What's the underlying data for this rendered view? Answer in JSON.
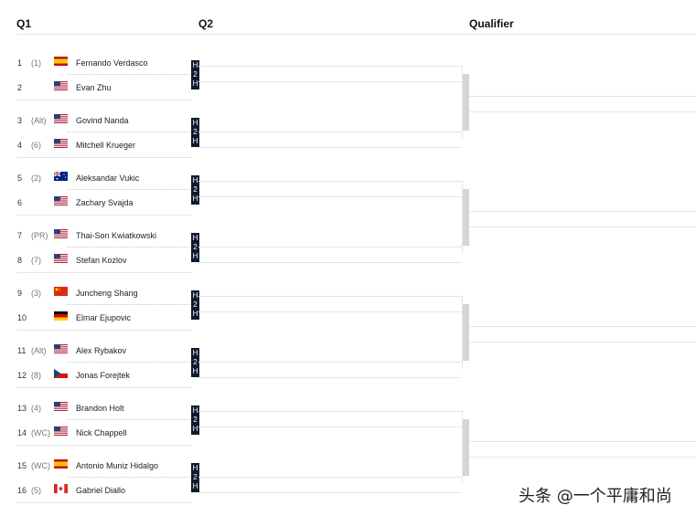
{
  "rounds": {
    "q1": "Q1",
    "q2": "Q2",
    "qualifier": "Qualifier"
  },
  "h2h_label": [
    "H",
    "2",
    "H"
  ],
  "matches": [
    {
      "players": [
        {
          "num": "1",
          "seed": "(1)",
          "name": "Fernando Verdasco",
          "flag": "spain"
        },
        {
          "num": "2",
          "seed": "",
          "name": "Evan Zhu",
          "flag": "usa"
        }
      ]
    },
    {
      "players": [
        {
          "num": "3",
          "seed": "(Alt)",
          "name": "Govind Nanda",
          "flag": "usa"
        },
        {
          "num": "4",
          "seed": "(6)",
          "name": "Mitchell Krueger",
          "flag": "usa"
        }
      ]
    },
    {
      "players": [
        {
          "num": "5",
          "seed": "(2)",
          "name": "Aleksandar Vukic",
          "flag": "australia"
        },
        {
          "num": "6",
          "seed": "",
          "name": "Zachary Svajda",
          "flag": "usa"
        }
      ]
    },
    {
      "players": [
        {
          "num": "7",
          "seed": "(PR)",
          "name": "Thai-Son Kwiatkowski",
          "flag": "usa"
        },
        {
          "num": "8",
          "seed": "(7)",
          "name": "Stefan Kozlov",
          "flag": "usa"
        }
      ]
    },
    {
      "players": [
        {
          "num": "9",
          "seed": "(3)",
          "name": "Juncheng Shang",
          "flag": "china"
        },
        {
          "num": "10",
          "seed": "",
          "name": "Elmar Ejupovic",
          "flag": "germany"
        }
      ]
    },
    {
      "players": [
        {
          "num": "11",
          "seed": "(Alt)",
          "name": "Alex Rybakov",
          "flag": "usa"
        },
        {
          "num": "12",
          "seed": "(8)",
          "name": "Jonas Forejtek",
          "flag": "czech"
        }
      ]
    },
    {
      "players": [
        {
          "num": "13",
          "seed": "(4)",
          "name": "Brandon Holt",
          "flag": "usa"
        },
        {
          "num": "14",
          "seed": "(WC)",
          "name": "Nick Chappell",
          "flag": "usa"
        }
      ]
    },
    {
      "players": [
        {
          "num": "15",
          "seed": "(WC)",
          "name": "Antonio Muniz Hidalgo",
          "flag": "spain"
        },
        {
          "num": "16",
          "seed": "(5)",
          "name": "Gabriel Diallo",
          "flag": "canada"
        }
      ]
    }
  ],
  "watermark": "头条 @一个平庸和尚"
}
